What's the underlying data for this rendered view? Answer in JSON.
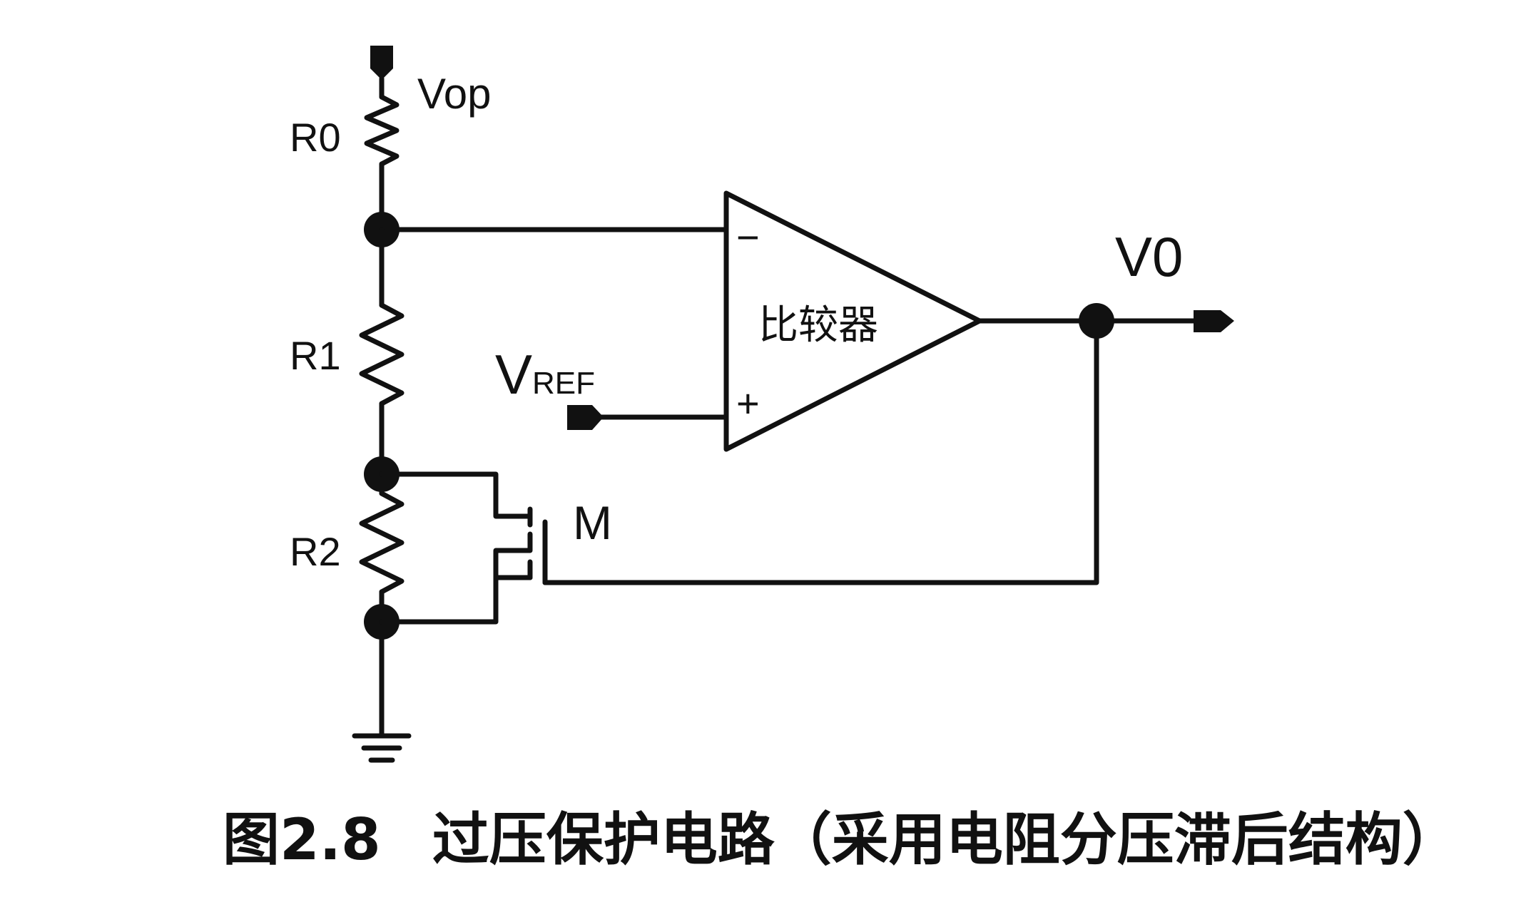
{
  "diagram": {
    "labels": {
      "vop": "Vop",
      "r0": "R0",
      "r1": "R1",
      "r2": "R2",
      "m": "M",
      "v0": "V0",
      "vref_main": "V",
      "vref_sub": "REF",
      "comparator": "比较器",
      "minus": "−",
      "plus": "+"
    },
    "caption": {
      "number": "图2.8",
      "title": "过压保护电路（采用电阻分压滞后结构）"
    }
  }
}
